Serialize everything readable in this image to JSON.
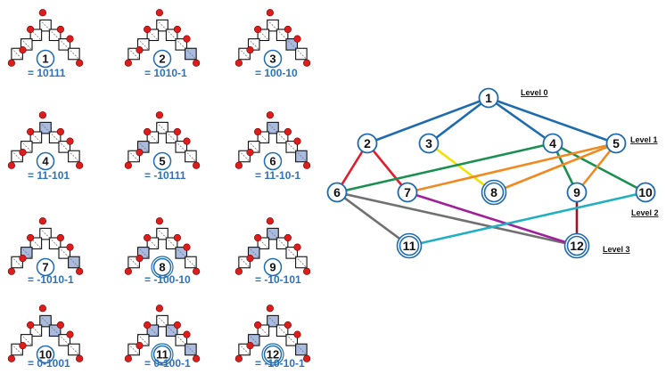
{
  "structures": [
    {
      "id": "1",
      "code": "= 10111",
      "double": false,
      "shaded": []
    },
    {
      "id": "2",
      "code": "= 1010-1",
      "double": false,
      "shaded": [
        6
      ]
    },
    {
      "id": "3",
      "code": "= 100-10",
      "double": false,
      "shaded": [
        3
      ]
    },
    {
      "id": "4",
      "code": "= 11-101",
      "double": false,
      "shaded": [
        0
      ]
    },
    {
      "id": "5",
      "code": "= -10111",
      "double": false,
      "shaded": [
        4
      ]
    },
    {
      "id": "6",
      "code": "= 11-10-1",
      "double": false,
      "shaded": [
        0,
        6
      ]
    },
    {
      "id": "7",
      "code": "= -1010-1",
      "double": false,
      "shaded": [
        4,
        6
      ]
    },
    {
      "id": "8",
      "code": "= -100-10",
      "double": true,
      "shaded": [
        4,
        3
      ]
    },
    {
      "id": "9",
      "code": "= -10-101",
      "double": false,
      "shaded": [
        0,
        4
      ]
    },
    {
      "id": "10",
      "code": "= 0-1001",
      "double": false,
      "shaded": [
        0,
        2
      ]
    },
    {
      "id": "11",
      "code": "= 0-100-1",
      "double": true,
      "shaded": [
        1,
        2,
        6
      ]
    },
    {
      "id": "12",
      "code": "= -10-10-1",
      "double": true,
      "shaded": [
        0,
        4,
        6
      ]
    }
  ],
  "graph": {
    "levels": [
      "Level 0",
      "Level 1",
      "Level 2",
      "Level 3"
    ],
    "nodes": [
      {
        "id": "1",
        "double": false
      },
      {
        "id": "2",
        "double": false
      },
      {
        "id": "3",
        "double": false
      },
      {
        "id": "4",
        "double": false
      },
      {
        "id": "5",
        "double": false
      },
      {
        "id": "6",
        "double": false
      },
      {
        "id": "7",
        "double": false
      },
      {
        "id": "8",
        "double": true
      },
      {
        "id": "9",
        "double": false
      },
      {
        "id": "10",
        "double": false
      },
      {
        "id": "11",
        "double": true
      },
      {
        "id": "12",
        "double": true
      }
    ],
    "edges": [
      {
        "from": "1",
        "to": "2",
        "color": "#1f6bb0"
      },
      {
        "from": "1",
        "to": "3",
        "color": "#1f6bb0"
      },
      {
        "from": "1",
        "to": "4",
        "color": "#1f6bb0"
      },
      {
        "from": "1",
        "to": "5",
        "color": "#1f6bb0"
      },
      {
        "from": "2",
        "to": "6",
        "color": "#e02030"
      },
      {
        "from": "2",
        "to": "7",
        "color": "#e02030"
      },
      {
        "from": "3",
        "to": "8",
        "color": "#f2e200"
      },
      {
        "from": "4",
        "to": "6",
        "color": "#1a9050"
      },
      {
        "from": "4",
        "to": "9",
        "color": "#1a9050"
      },
      {
        "from": "4",
        "to": "10",
        "color": "#1a9050"
      },
      {
        "from": "5",
        "to": "7",
        "color": "#f08a20"
      },
      {
        "from": "5",
        "to": "8",
        "color": "#f08a20"
      },
      {
        "from": "5",
        "to": "9",
        "color": "#f08a20"
      },
      {
        "from": "6",
        "to": "12",
        "color": "#707070"
      },
      {
        "from": "6",
        "to": "11",
        "color": "#707070"
      },
      {
        "from": "7",
        "to": "12",
        "color": "#a0209a"
      },
      {
        "from": "9",
        "to": "12",
        "color": "#a01020"
      },
      {
        "from": "10",
        "to": "11",
        "color": "#20b0c0"
      }
    ]
  },
  "colors": {
    "node_stroke": "#1f6bb0",
    "caption": "#2f72b8",
    "dot_fill": "#dd1c1c",
    "shade_fill": "#aabbe0"
  }
}
